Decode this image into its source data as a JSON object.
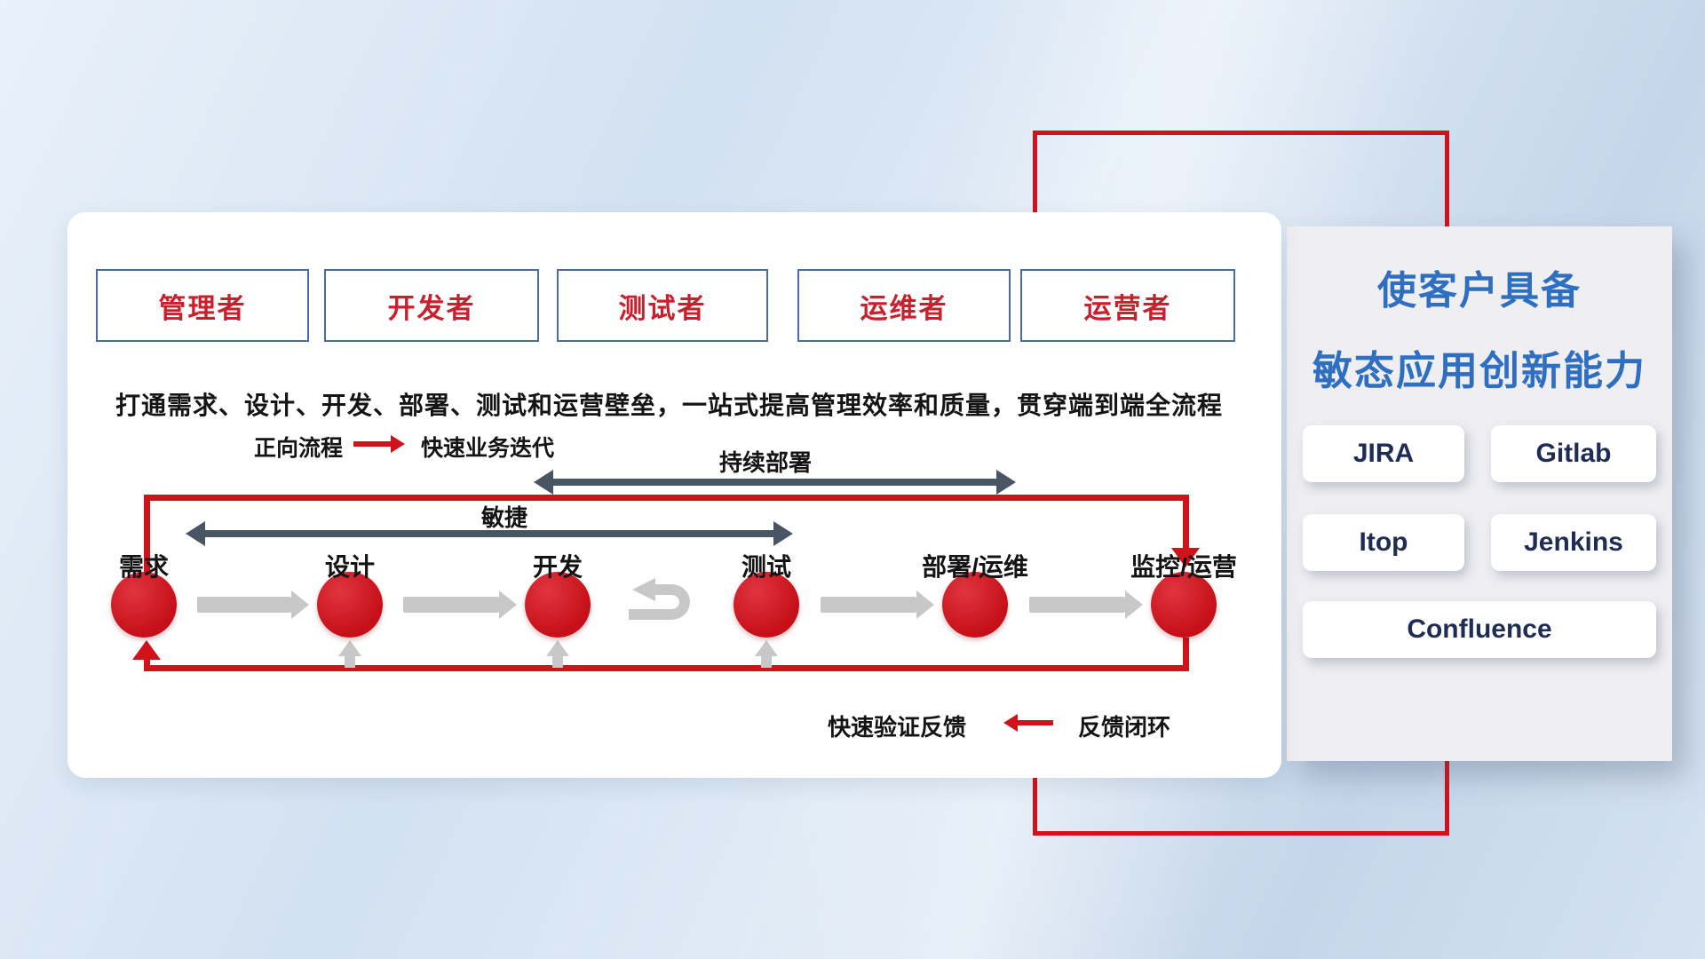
{
  "headline": "打通需求、设计、开发、部署、测试和运营壁垒，一站式提高管理效率和质量，贯穿端到端全流程",
  "roles": [
    "管理者",
    "开发者",
    "测试者",
    "运维者",
    "运营者"
  ],
  "stages": [
    "需求",
    "设计",
    "开发",
    "测试",
    "部署/运维",
    "监控/运营"
  ],
  "legend": {
    "forward_label": "正向流程",
    "forward_desc": "快速业务迭代",
    "feedback_desc": "快速验证反馈",
    "feedback_label": "反馈闭环"
  },
  "spans": {
    "continuous_deployment": "持续部署",
    "agile": "敏捷"
  },
  "right_panel": {
    "title_line1": "使客户具备",
    "title_line2": "敏态应用创新能力",
    "tools": [
      "JIRA",
      "Gitlab",
      "Itop",
      "Jenkins",
      "Confluence"
    ]
  },
  "colors": {
    "accent_red": "#d0121b",
    "title_blue": "#2f6fc1",
    "tool_navy": "#1f2d54",
    "span_arrow_gray": "#4a5564",
    "flow_arrow_gray": "#c8c8c8",
    "role_border_blue": "#4a6aa8",
    "role_text_red": "#c8202c"
  },
  "icons": {
    "loop": "dev-test-iteration-loop-icon"
  }
}
